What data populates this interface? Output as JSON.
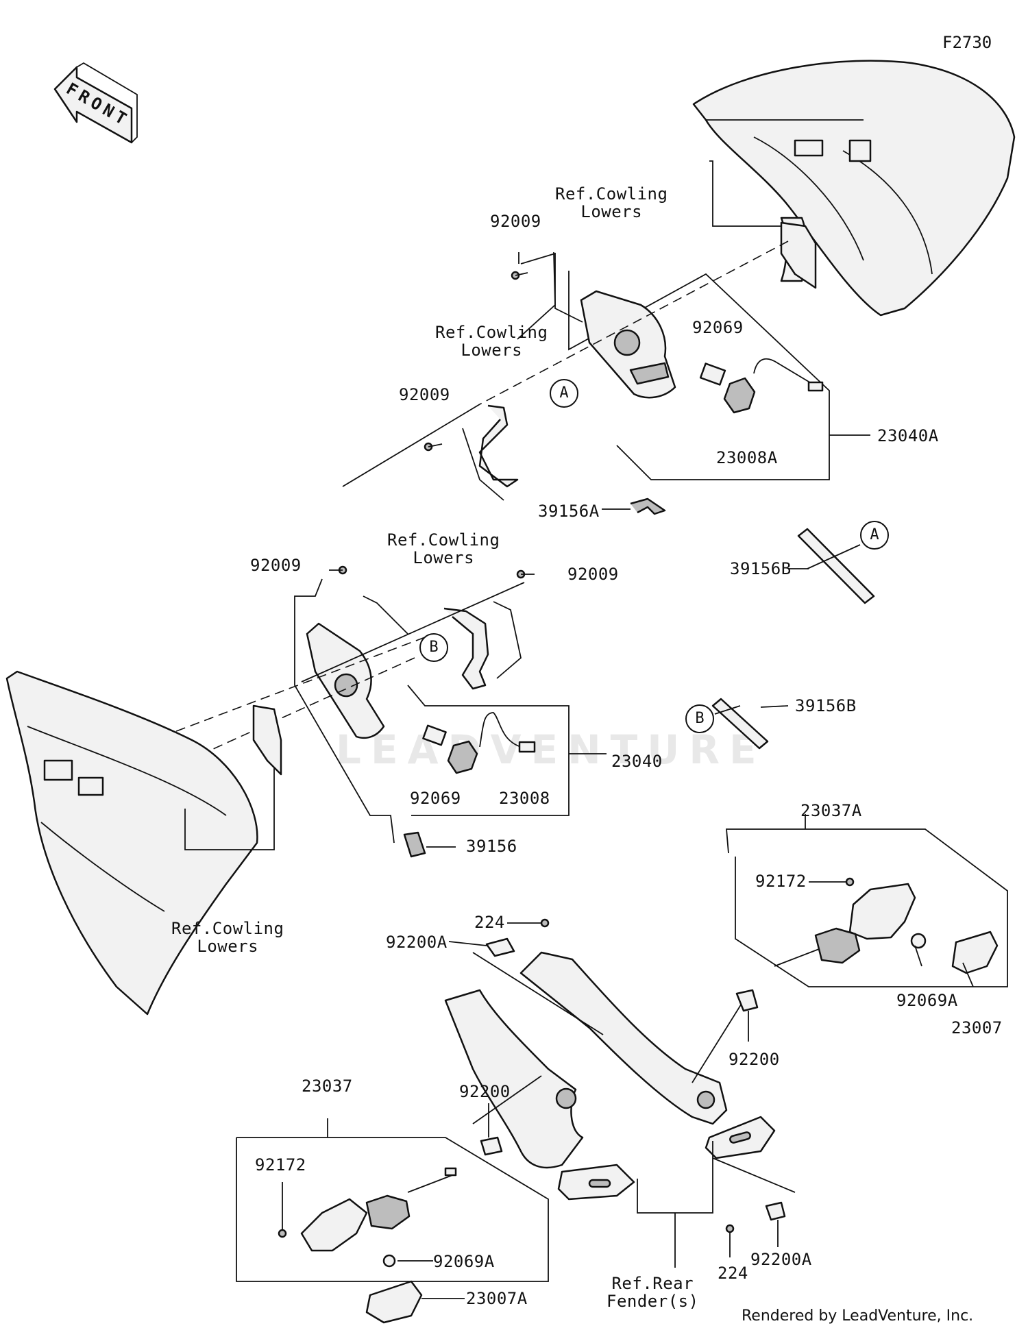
{
  "diagram_code": "F2730",
  "front_label": "FRONT",
  "watermark": "LEADVENTURE",
  "credit": "Rendered by LeadVenture, Inc.",
  "callouts": {
    "a": "A",
    "b": "B"
  },
  "labels": {
    "ref_cowling_1": "Ref.Cowling\nLowers",
    "ref_cowling_2": "Ref.Cowling\nLowers",
    "ref_cowling_3": "Ref.Cowling\nLowers",
    "ref_cowling_4": "Ref.Cowling\nLowers",
    "ref_rear_fender": "Ref.Rear\nFender(s)",
    "p92009_1": "92009",
    "p92009_2": "92009",
    "p92009_3": "92009",
    "p92009_4": "92009",
    "p92069_top": "92069",
    "p23008A": "23008A",
    "p23040A": "23040A",
    "p39156A": "39156A",
    "p39156B_1": "39156B",
    "p39156B_2": "39156B",
    "p23040": "23040",
    "p92069_mid": "92069",
    "p23008": "23008",
    "p39156": "39156",
    "p23037A": "23037A",
    "p92172_1": "92172",
    "p92069A_1": "92069A",
    "p23007": "23007",
    "p224_1": "224",
    "p92200A_1": "92200A",
    "p92200_1": "92200",
    "p92200_2": "92200",
    "p23037": "23037",
    "p92172_2": "92172",
    "p92069A_2": "92069A",
    "p23007A": "23007A",
    "p224_2": "224",
    "p92200A_2": "92200A"
  }
}
